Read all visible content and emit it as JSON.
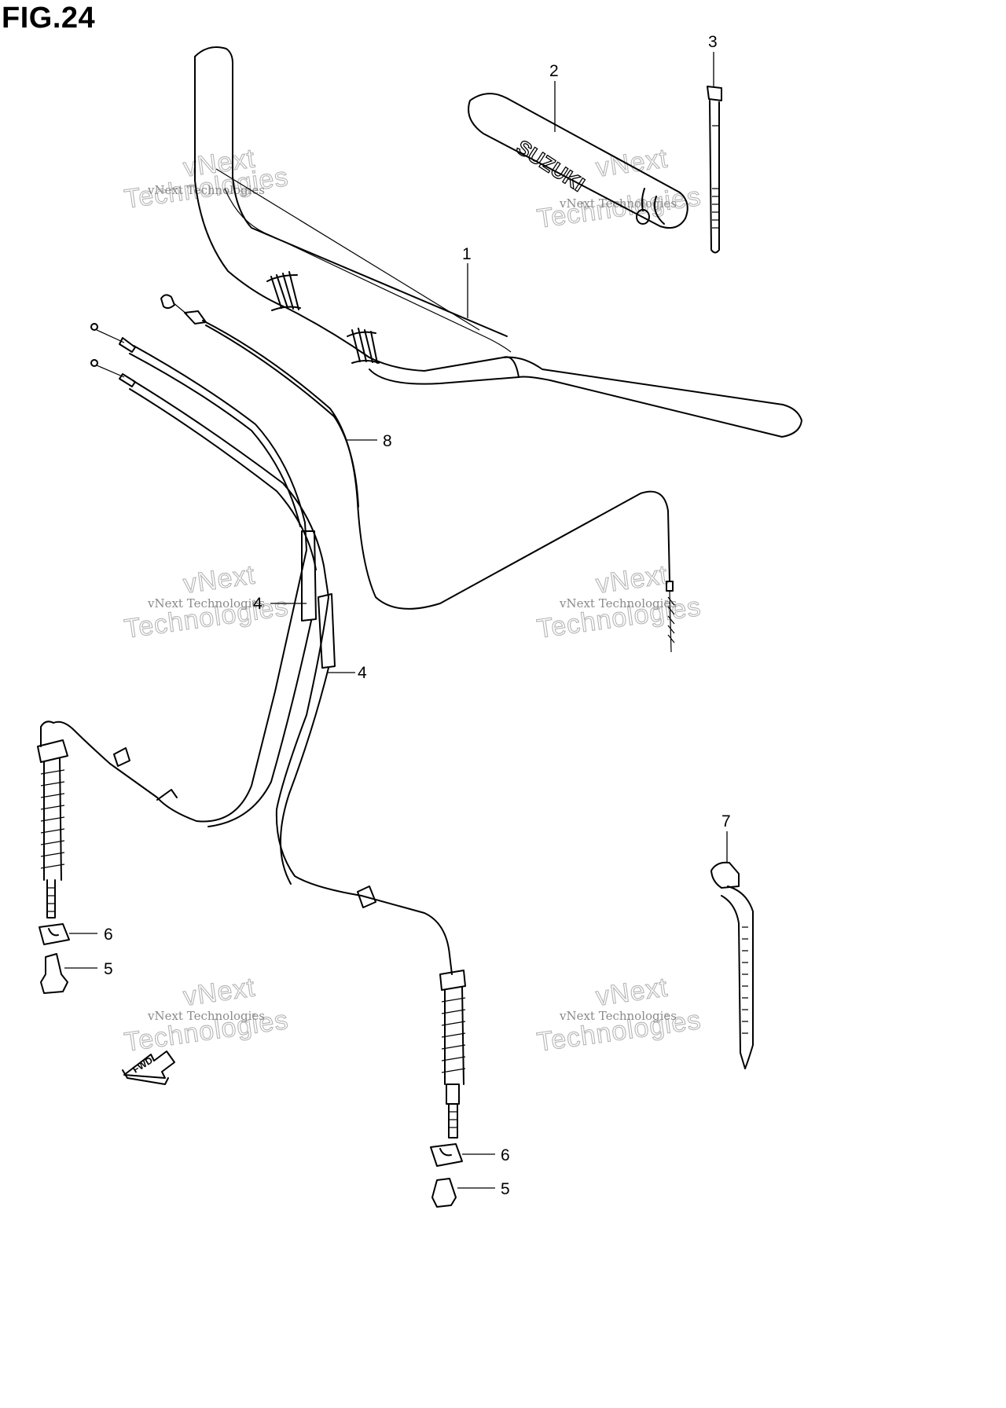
{
  "figure": {
    "title": "FIG.24"
  },
  "callouts": [
    {
      "id": "1",
      "text": "1"
    },
    {
      "id": "2",
      "text": "2"
    },
    {
      "id": "3",
      "text": "3"
    },
    {
      "id": "4a",
      "text": "4"
    },
    {
      "id": "4b",
      "text": "4"
    },
    {
      "id": "5a",
      "text": "5"
    },
    {
      "id": "5b",
      "text": "5"
    },
    {
      "id": "6a",
      "text": "6"
    },
    {
      "id": "6b",
      "text": "6"
    },
    {
      "id": "7",
      "text": "7"
    },
    {
      "id": "8",
      "text": "8"
    }
  ],
  "pad_logo": "SUZUKI",
  "fwd_arrow": "FWD",
  "watermark": {
    "line1": "vNext Technologies",
    "line2": "Technologies",
    "line3": "vNext"
  }
}
